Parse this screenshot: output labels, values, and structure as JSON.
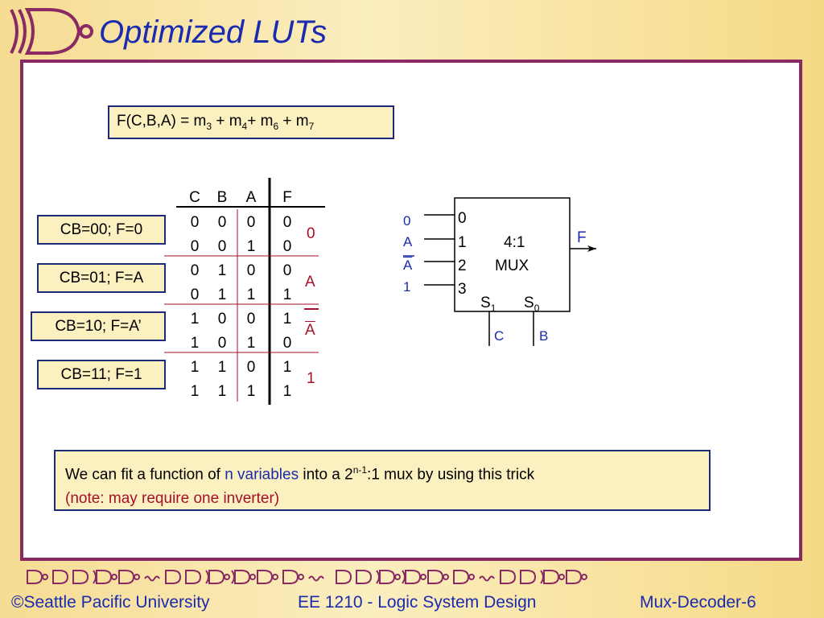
{
  "slide": {
    "title": "Optimized LUTs",
    "formula": {
      "lhs": "F(C,B,A) = m",
      "s1": "3",
      "t1": " + m",
      "s2": "4",
      "t2": "+ m",
      "s3": "6",
      "t3": " + m",
      "s4": "7"
    },
    "cases": [
      "CB=00; F=0",
      "CB=01; F=A",
      "CB=10; F=A’",
      "CB=11; F=1"
    ],
    "truth_table": {
      "headers": [
        "C",
        "B",
        "A",
        "F"
      ],
      "rows": [
        [
          "0",
          "0",
          "0",
          "0"
        ],
        [
          "0",
          "0",
          "1",
          "0"
        ],
        [
          "0",
          "1",
          "0",
          "0"
        ],
        [
          "0",
          "1",
          "1",
          "1"
        ],
        [
          "1",
          "0",
          "0",
          "1"
        ],
        [
          "1",
          "0",
          "1",
          "0"
        ],
        [
          "1",
          "1",
          "0",
          "1"
        ],
        [
          "1",
          "1",
          "1",
          "1"
        ]
      ],
      "groups": [
        "0",
        "A",
        "A",
        "1"
      ]
    },
    "mux": {
      "inputs": [
        "0",
        "A",
        "A",
        "1"
      ],
      "input_numbers": [
        "0",
        "1",
        "2",
        "3"
      ],
      "label_line1": "4:1",
      "label_line2": "MUX",
      "output": "F",
      "select_1": "S",
      "select_1_sub": "1",
      "select_0": "S",
      "select_0_sub": "0",
      "select_signal_1": "C",
      "select_signal_0": "B"
    },
    "note": {
      "p1": "We can fit a function of ",
      "p2": "n variables",
      "p3": " into a 2",
      "p4": "n-1",
      "p5": ":1 mux by using this trick",
      "p6": "(note: may require one inverter)"
    },
    "footer": {
      "copyright": "©Seattle Pacific University",
      "course": "EE 1210 - Logic System Design",
      "slide_id": "Mux-Decoder-6"
    }
  },
  "colors": {
    "title_blue": "#1a2bb0",
    "border_purple": "#8a2a64",
    "box_fill": "#fbf0c0",
    "note_red": "#a3112a"
  }
}
